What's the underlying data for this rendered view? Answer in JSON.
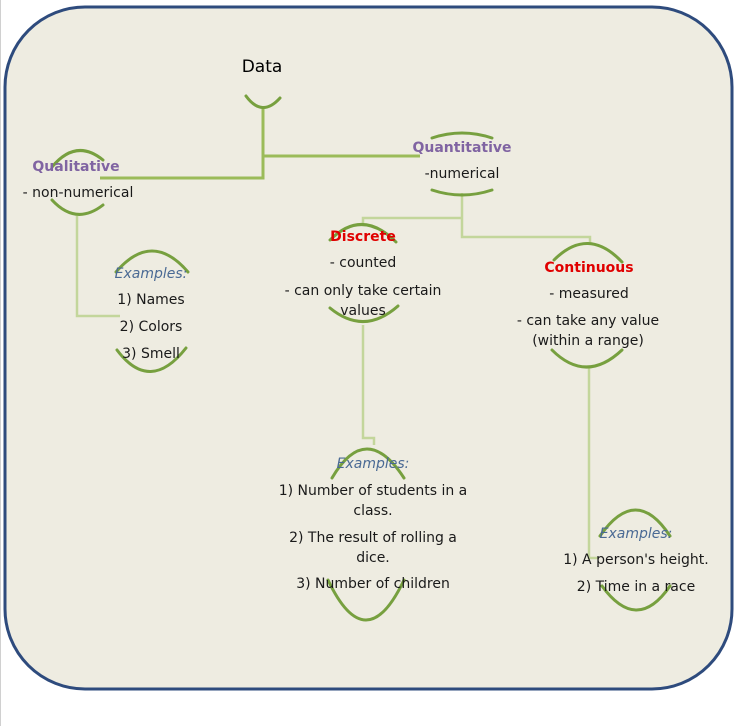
{
  "title": "Data",
  "qualitative": {
    "name": "Qualitative",
    "desc": "- non-numerical",
    "examples_label": "Examples:",
    "examples": [
      "1) Names",
      "2) Colors",
      "3)  Smell"
    ]
  },
  "quantitative": {
    "name": "Quantitative",
    "desc": "-numerical"
  },
  "discrete": {
    "name": "Discrete",
    "desc1": "- counted",
    "desc2": "- can only take certain values",
    "examples_label": "Examples:",
    "examples": [
      "1) Number of students in a class.",
      "2) The result of rolling a dice.",
      "3) Number of children"
    ]
  },
  "continuous": {
    "name": "Continuous",
    "desc1": "- measured",
    "desc2": "- can take any value (within a range)",
    "examples_label": "Examples:",
    "examples": [
      "1) A person's height.",
      "2) Time in a race"
    ]
  },
  "colors": {
    "panel_fill": "#eeece1",
    "panel_border": "#2e4b7d",
    "connector": "#9bbb59",
    "connector_light": "#c3d69b",
    "arc": "#77a03f",
    "category_text": "#8064a2",
    "emphasis_text": "#e00000",
    "examples_text": "#4a6a94"
  }
}
